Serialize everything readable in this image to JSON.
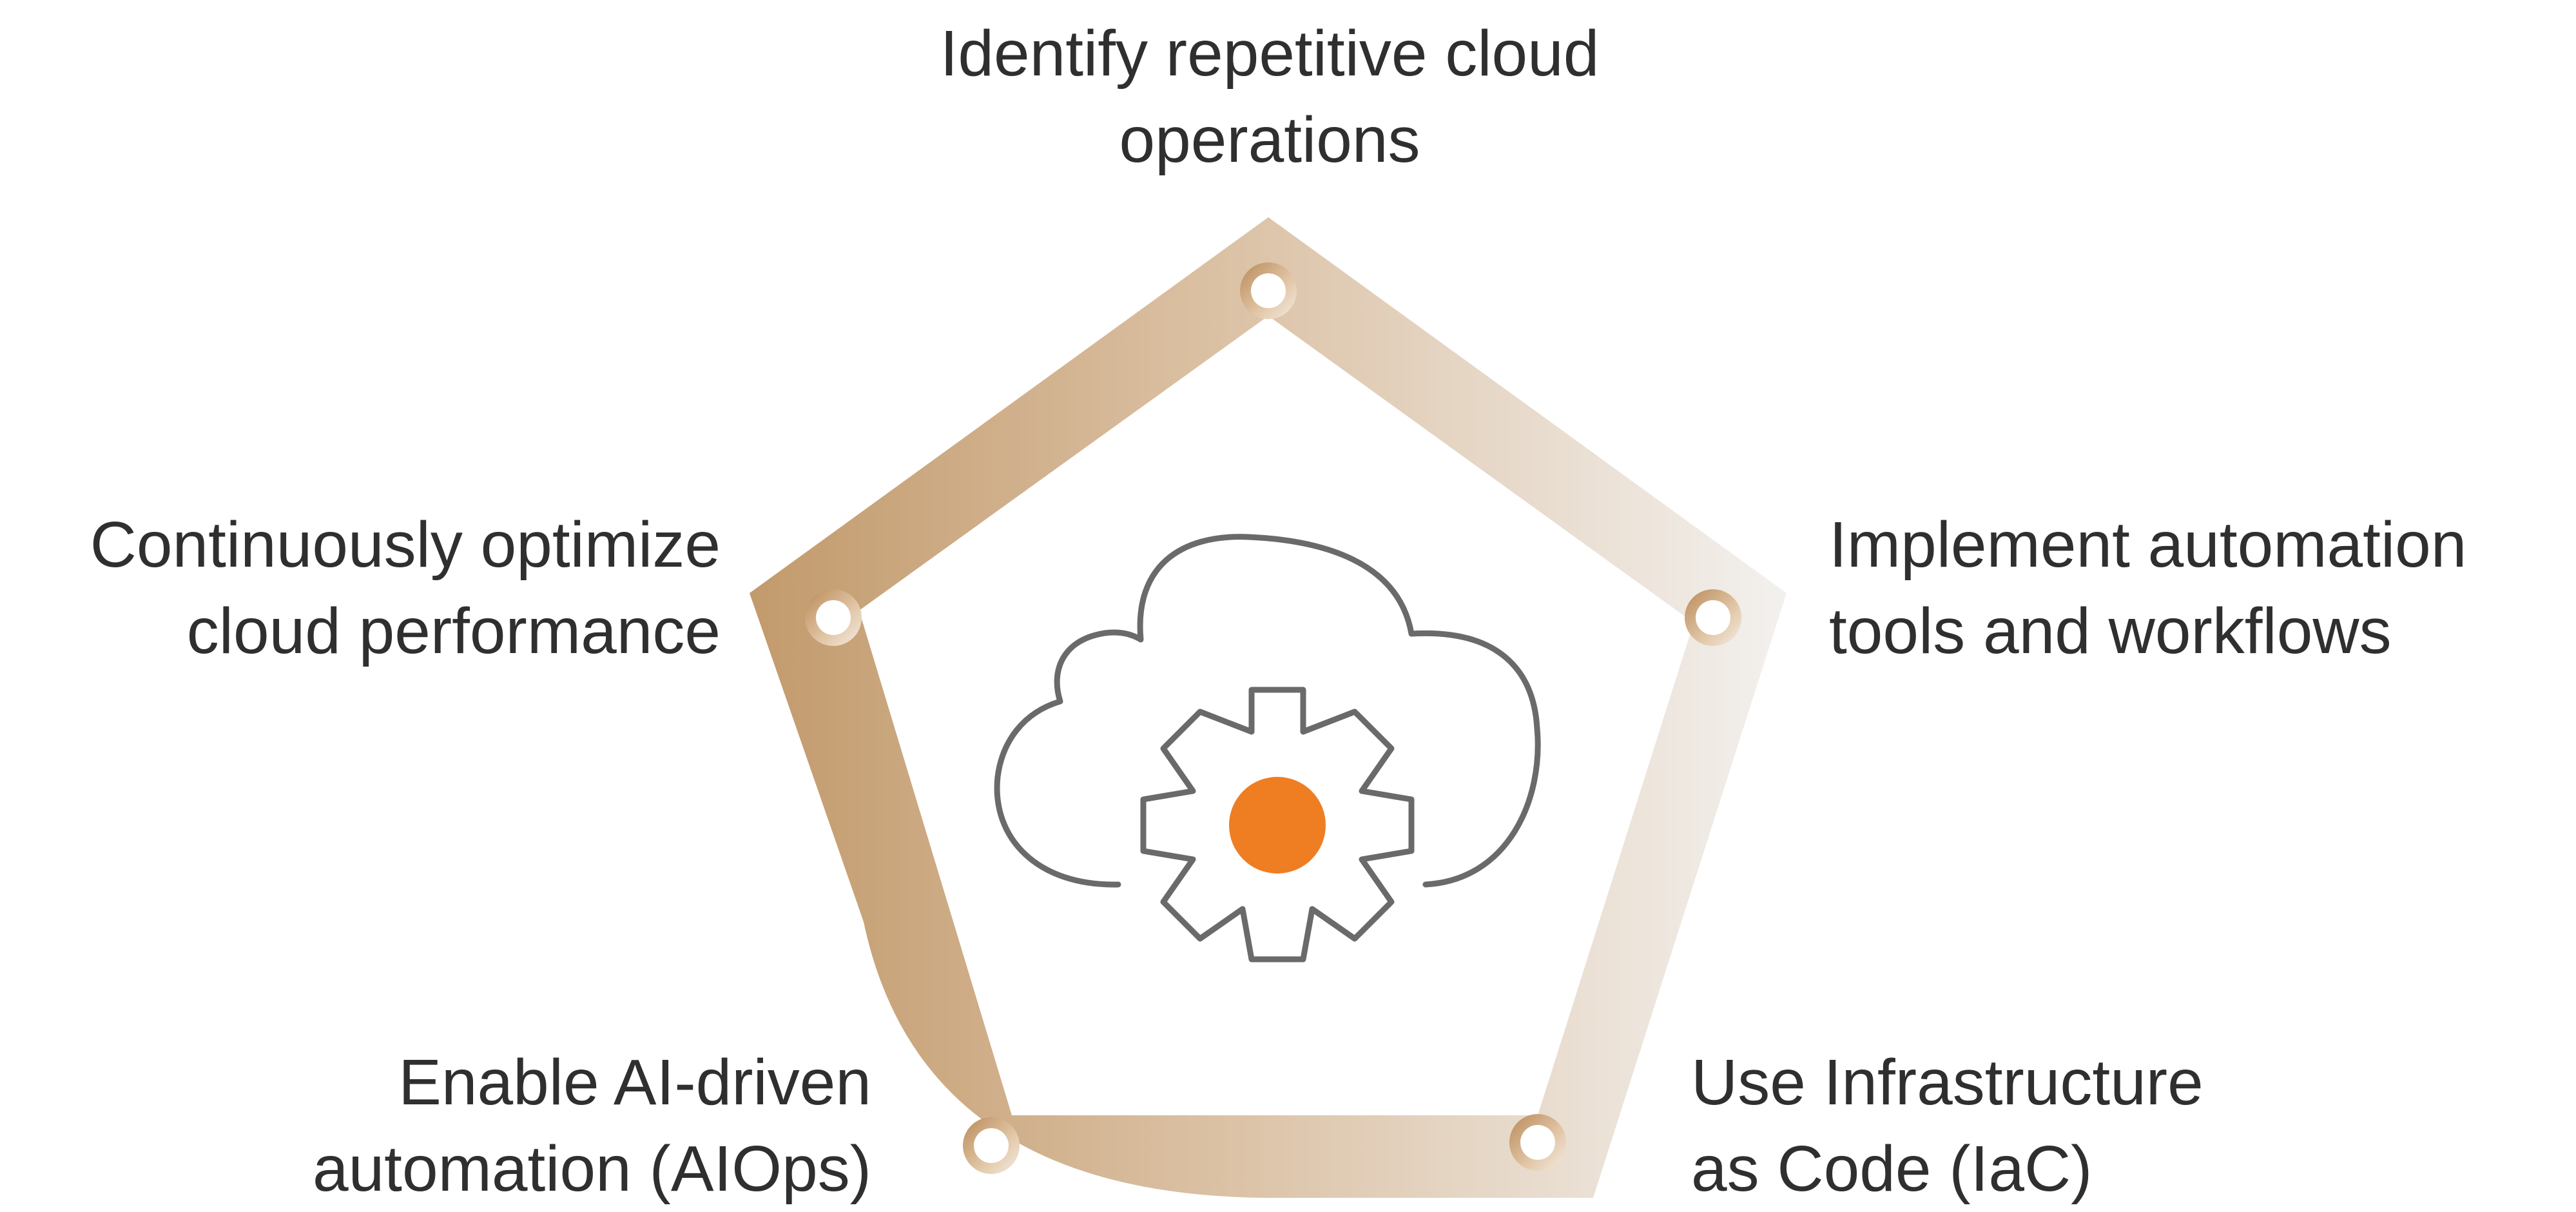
{
  "colors": {
    "frame_dark": "#c29a6c",
    "frame_light": "#f2f0ee",
    "icon_stroke": "#6a6a6a",
    "accent": "#ef7d22",
    "text": "#2f2f2f"
  },
  "center_icon": "cloud-gear-icon",
  "steps": [
    {
      "id": "top",
      "lines": [
        "Identify repetitive cloud",
        "operations"
      ]
    },
    {
      "id": "right",
      "lines": [
        "Implement automation",
        "tools and workflows"
      ]
    },
    {
      "id": "bottom-right",
      "lines": [
        "Use Infrastructure",
        "as Code (IaC)"
      ]
    },
    {
      "id": "bottom-left",
      "lines": [
        "Enable AI-driven",
        "automation (AIOps)"
      ]
    },
    {
      "id": "left",
      "lines": [
        "Continuously optimize",
        "cloud performance"
      ]
    }
  ]
}
